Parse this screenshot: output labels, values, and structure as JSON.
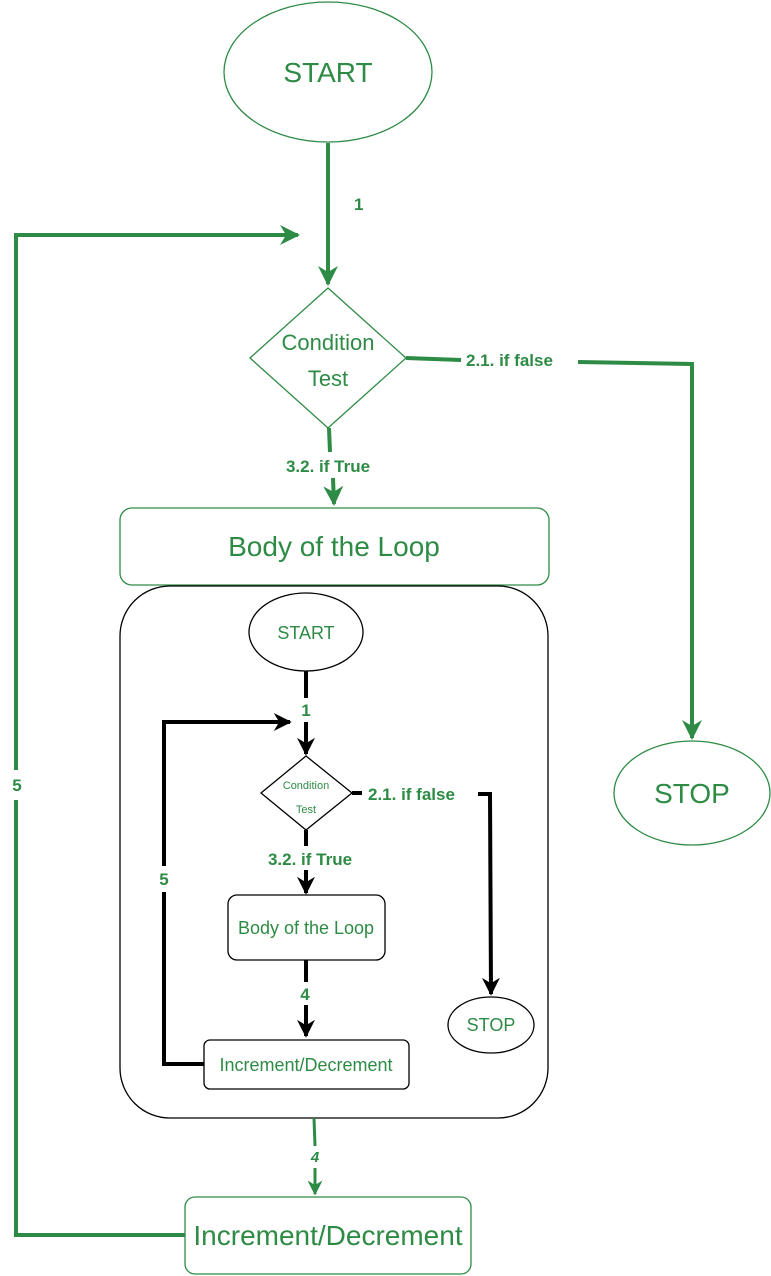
{
  "colors": {
    "green": "#2e8b45",
    "black": "#000000"
  },
  "outer": {
    "start": "START",
    "condition_line1": "Condition",
    "condition_line2": "Test",
    "body": "Body of the Loop",
    "increment": "Increment/Decrement",
    "stop": "STOP",
    "edge_1": "1",
    "edge_false": "2.1. if false",
    "edge_true": "3.2. if True",
    "edge_4": "4",
    "edge_5": "5"
  },
  "inner": {
    "start": "START",
    "condition_line1": "Condition",
    "condition_line2": "Test",
    "body": "Body of the Loop",
    "increment": "Increment/Decrement",
    "stop": "STOP",
    "edge_1": "1",
    "edge_false": "2.1. if false",
    "edge_true": "3.2. if True",
    "edge_4": "4",
    "edge_5": "5"
  }
}
